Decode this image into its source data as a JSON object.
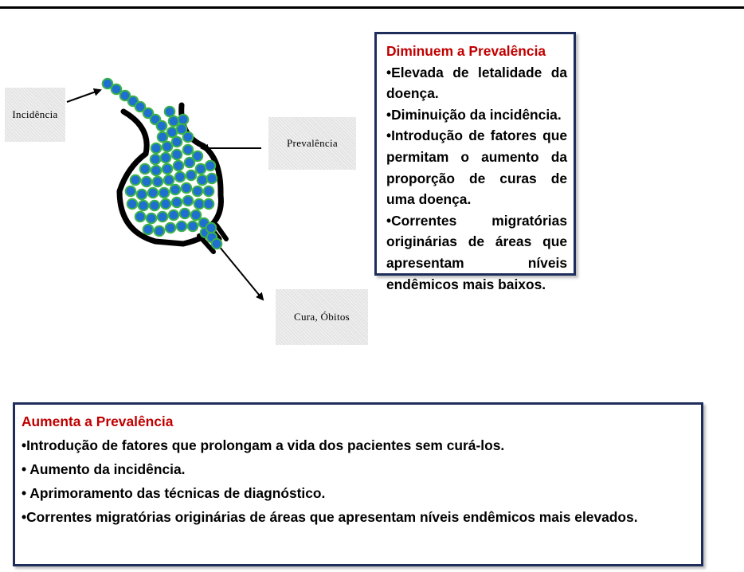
{
  "diagram": {
    "labels": {
      "incidence": "Incidência",
      "prevalence": "Prevalência",
      "outcome": "Cura, Óbitos"
    },
    "icons": [
      "blue-dots-cluster-icon",
      "arrow-icon"
    ],
    "colors": {
      "dot_fill": "#1f6fd1",
      "dot_stroke": "#3bb24a"
    }
  },
  "decrease_box": {
    "title": "Diminuem a Prevalência",
    "items": [
      "•Elevada de letalidade da doença.",
      "•Diminuição da incidência.",
      "•Introdução de fatores que permitam o aumento da proporção de curas de uma doença.",
      "•Correntes migratórias originárias de áreas que apresentam níveis endêmicos mais baixos."
    ]
  },
  "increase_box": {
    "title": "Aumenta a Prevalência",
    "items": [
      "•Introdução de fatores que prolongam a vida dos pacientes sem curá-los.",
      "• Aumento da incidência.",
      "• Aprimoramento das técnicas de diagnóstico.",
      "•Correntes migratórias originárias de áreas que apresentam níveis endêmicos mais elevados."
    ]
  },
  "theme": {
    "title_color": "#c00000",
    "box_border": "#1f2d5c"
  }
}
